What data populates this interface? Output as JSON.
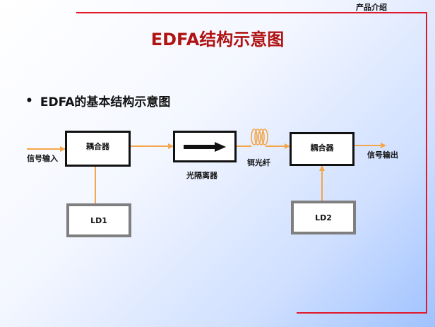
{
  "header": {
    "section_label": "产品介绍"
  },
  "slide": {
    "title": "EDFA结构示意图",
    "bullet": "EDFA的基本结构示意图"
  },
  "diagram": {
    "coupler_left": "耦合器",
    "coupler_right": "耦合器",
    "isolator_label": "光隔离器",
    "fiber_label": "铒光纤",
    "input_label": "信号输入",
    "output_label": "信号输出",
    "pump_left": "LD1",
    "pump_right": "LD2"
  },
  "colors": {
    "title": "#b01313",
    "frame_line": "#e0192a",
    "arrow": "#f5a64a",
    "box_border": "#111111",
    "pump_border": "#7f7f7f"
  }
}
